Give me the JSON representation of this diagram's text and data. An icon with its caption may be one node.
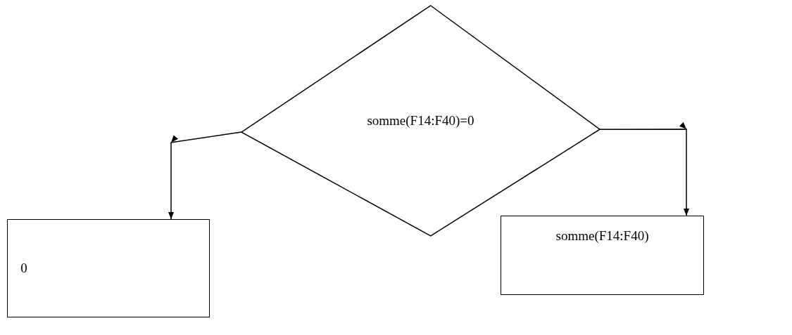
{
  "diagram": {
    "nodes": [
      {
        "text": [
          "somme(F14:F40)=0"
        ]
      },
      {
        "text": [
          "0"
        ]
      },
      {
        "text": [
          "somme(F14:F40)"
        ]
      }
    ],
    "edges": [
      {
        "from": 0,
        "to": 1,
        "arrow": "to"
      },
      {
        "from": 0,
        "to": 2,
        "arrow": "to"
      }
    ]
  }
}
